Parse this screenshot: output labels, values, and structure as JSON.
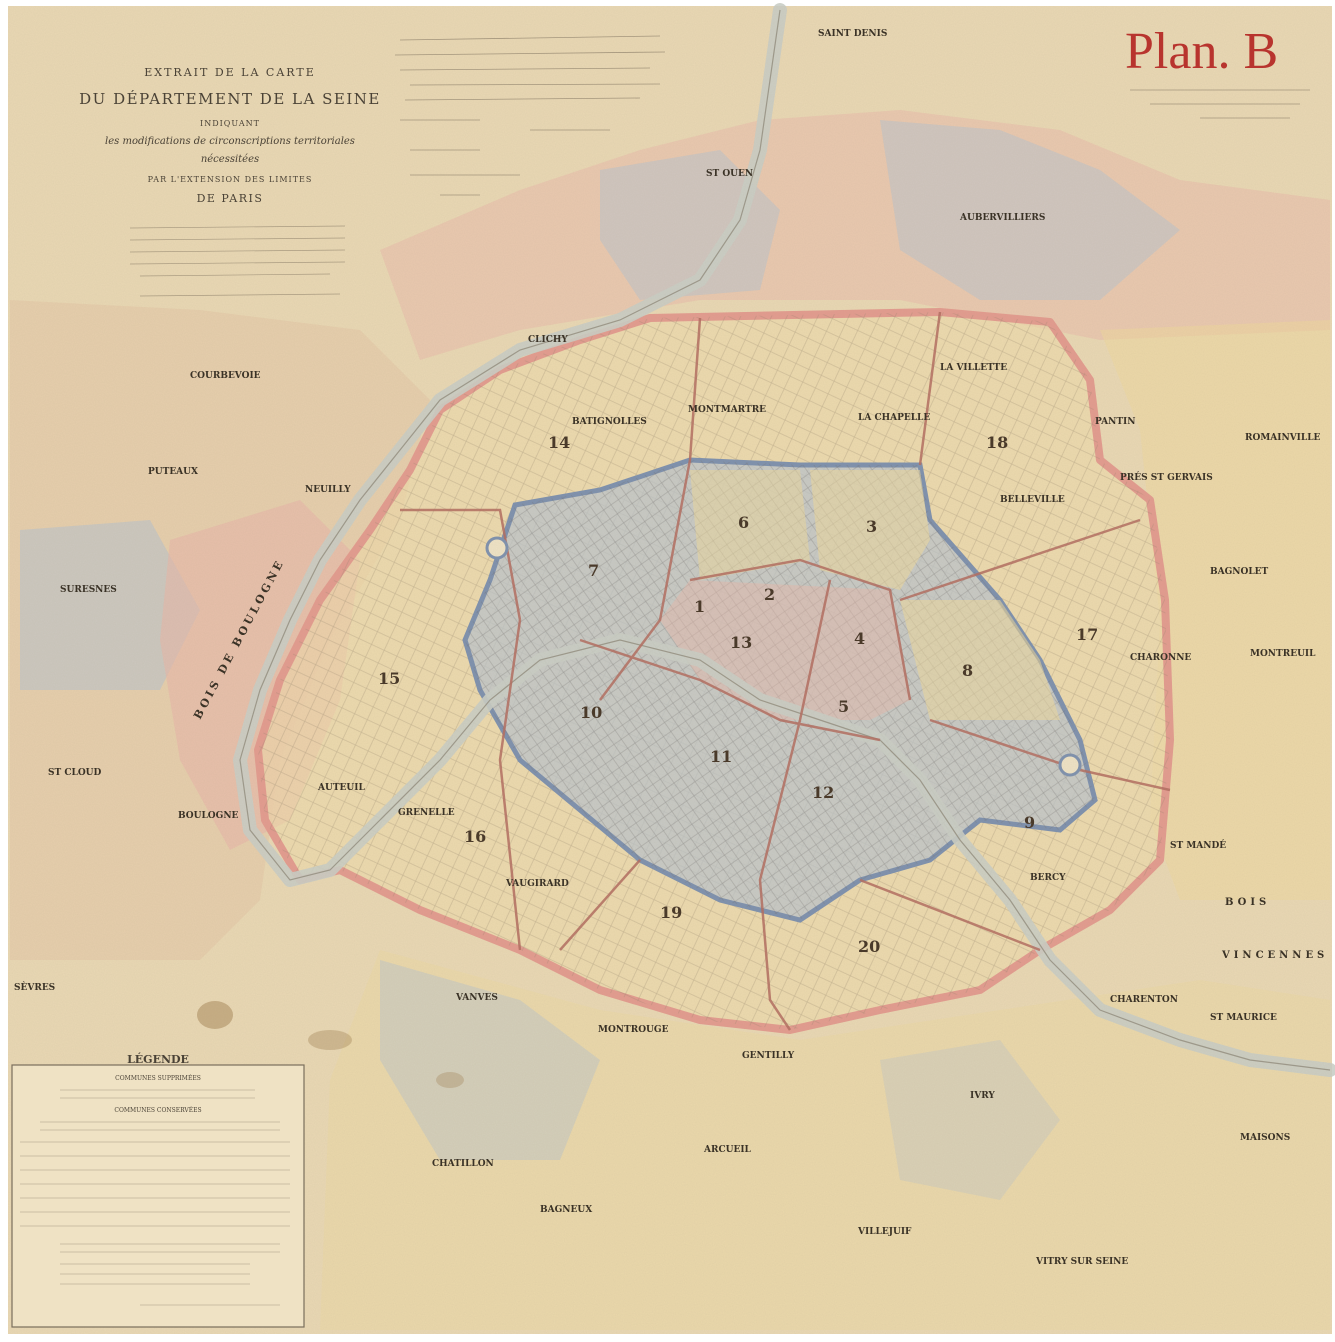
{
  "plan_label": "Plan. B",
  "title_block": {
    "line1": "EXTRAIT DE LA CARTE",
    "line2": "DU DÉPARTEMENT DE LA SEINE",
    "line3": "INDIQUANT",
    "line4": "les modifications de circonscriptions territoriales",
    "line5": "nécessitées",
    "line6": "PAR L'EXTENSION DES LIMITES",
    "line7": "DE PARIS"
  },
  "legend": {
    "title": "LÉGENDE",
    "subtitle1": "COMMUNES SUPPRIMÉES",
    "subtitle2": "COMMUNES CONSERVÉES"
  },
  "places": {
    "saint_denis": "SAINT DENIS",
    "saint_ouen": "ST OUEN",
    "aubervilliers": "AUBERVILLIERS",
    "clichy": "CLICHY",
    "courbevoie": "COURBEVOIE",
    "puteaux": "PUTEAUX",
    "neuilly": "NEUILLY",
    "suresnes": "SURESNES",
    "bois_de_boulogne": "BOIS DE BOULOGNE",
    "saint_cloud": "ST CLOUD",
    "boulogne": "BOULOGNE",
    "sevres": "SÈVRES",
    "auteuil": "AUTEUIL",
    "grenelle": "GRENELLE",
    "vaugirard": "VAUGIRARD",
    "vanves": "VANVES",
    "montrouge": "MONTROUGE",
    "gentilly": "GENTILLY",
    "chatillon": "CHATILLON",
    "arcueil": "ARCUEIL",
    "bagneux": "BAGNEUX",
    "villejuif": "VILLEJUIF",
    "ivry": "IVRY",
    "vitry": "VITRY SUR SEINE",
    "charenton": "CHARENTON",
    "saint_maurice": "ST MAURICE",
    "maisons": "MAISONS",
    "bois_de_vincennes": "BOIS",
    "vincennes": "VINCENNES",
    "bercy": "BERCY",
    "saint_mande": "ST MANDÉ",
    "montreuil": "MONTREUIL",
    "charonne": "CHARONNE",
    "bagnolet": "BAGNOLET",
    "pres_st_gervais": "PRÉS ST GERVAIS",
    "romainville": "ROMAINVILLE",
    "pantin": "PANTIN",
    "belleville": "BELLEVILLE",
    "la_villette": "LA VILLETTE",
    "la_chapelle": "LA CHAPELLE",
    "montmartre": "MONTMARTRE",
    "batignolles": "BATIGNOLLES"
  },
  "arrondissements": [
    "1",
    "2",
    "3",
    "4",
    "5",
    "6",
    "7",
    "8",
    "9",
    "10",
    "11",
    "12",
    "13",
    "14",
    "15",
    "16",
    "17",
    "18",
    "19",
    "20"
  ],
  "colors": {
    "paper": "#e9d8b4",
    "paper_dark": "#d9c196",
    "enceinte": "#e39a8e",
    "octroi": "#7b8fae",
    "blue_wash": "#b9c3cc",
    "yellow_wash": "#efd99a",
    "pink_wash": "#e8b6a8",
    "title_red": "#b8342e"
  }
}
